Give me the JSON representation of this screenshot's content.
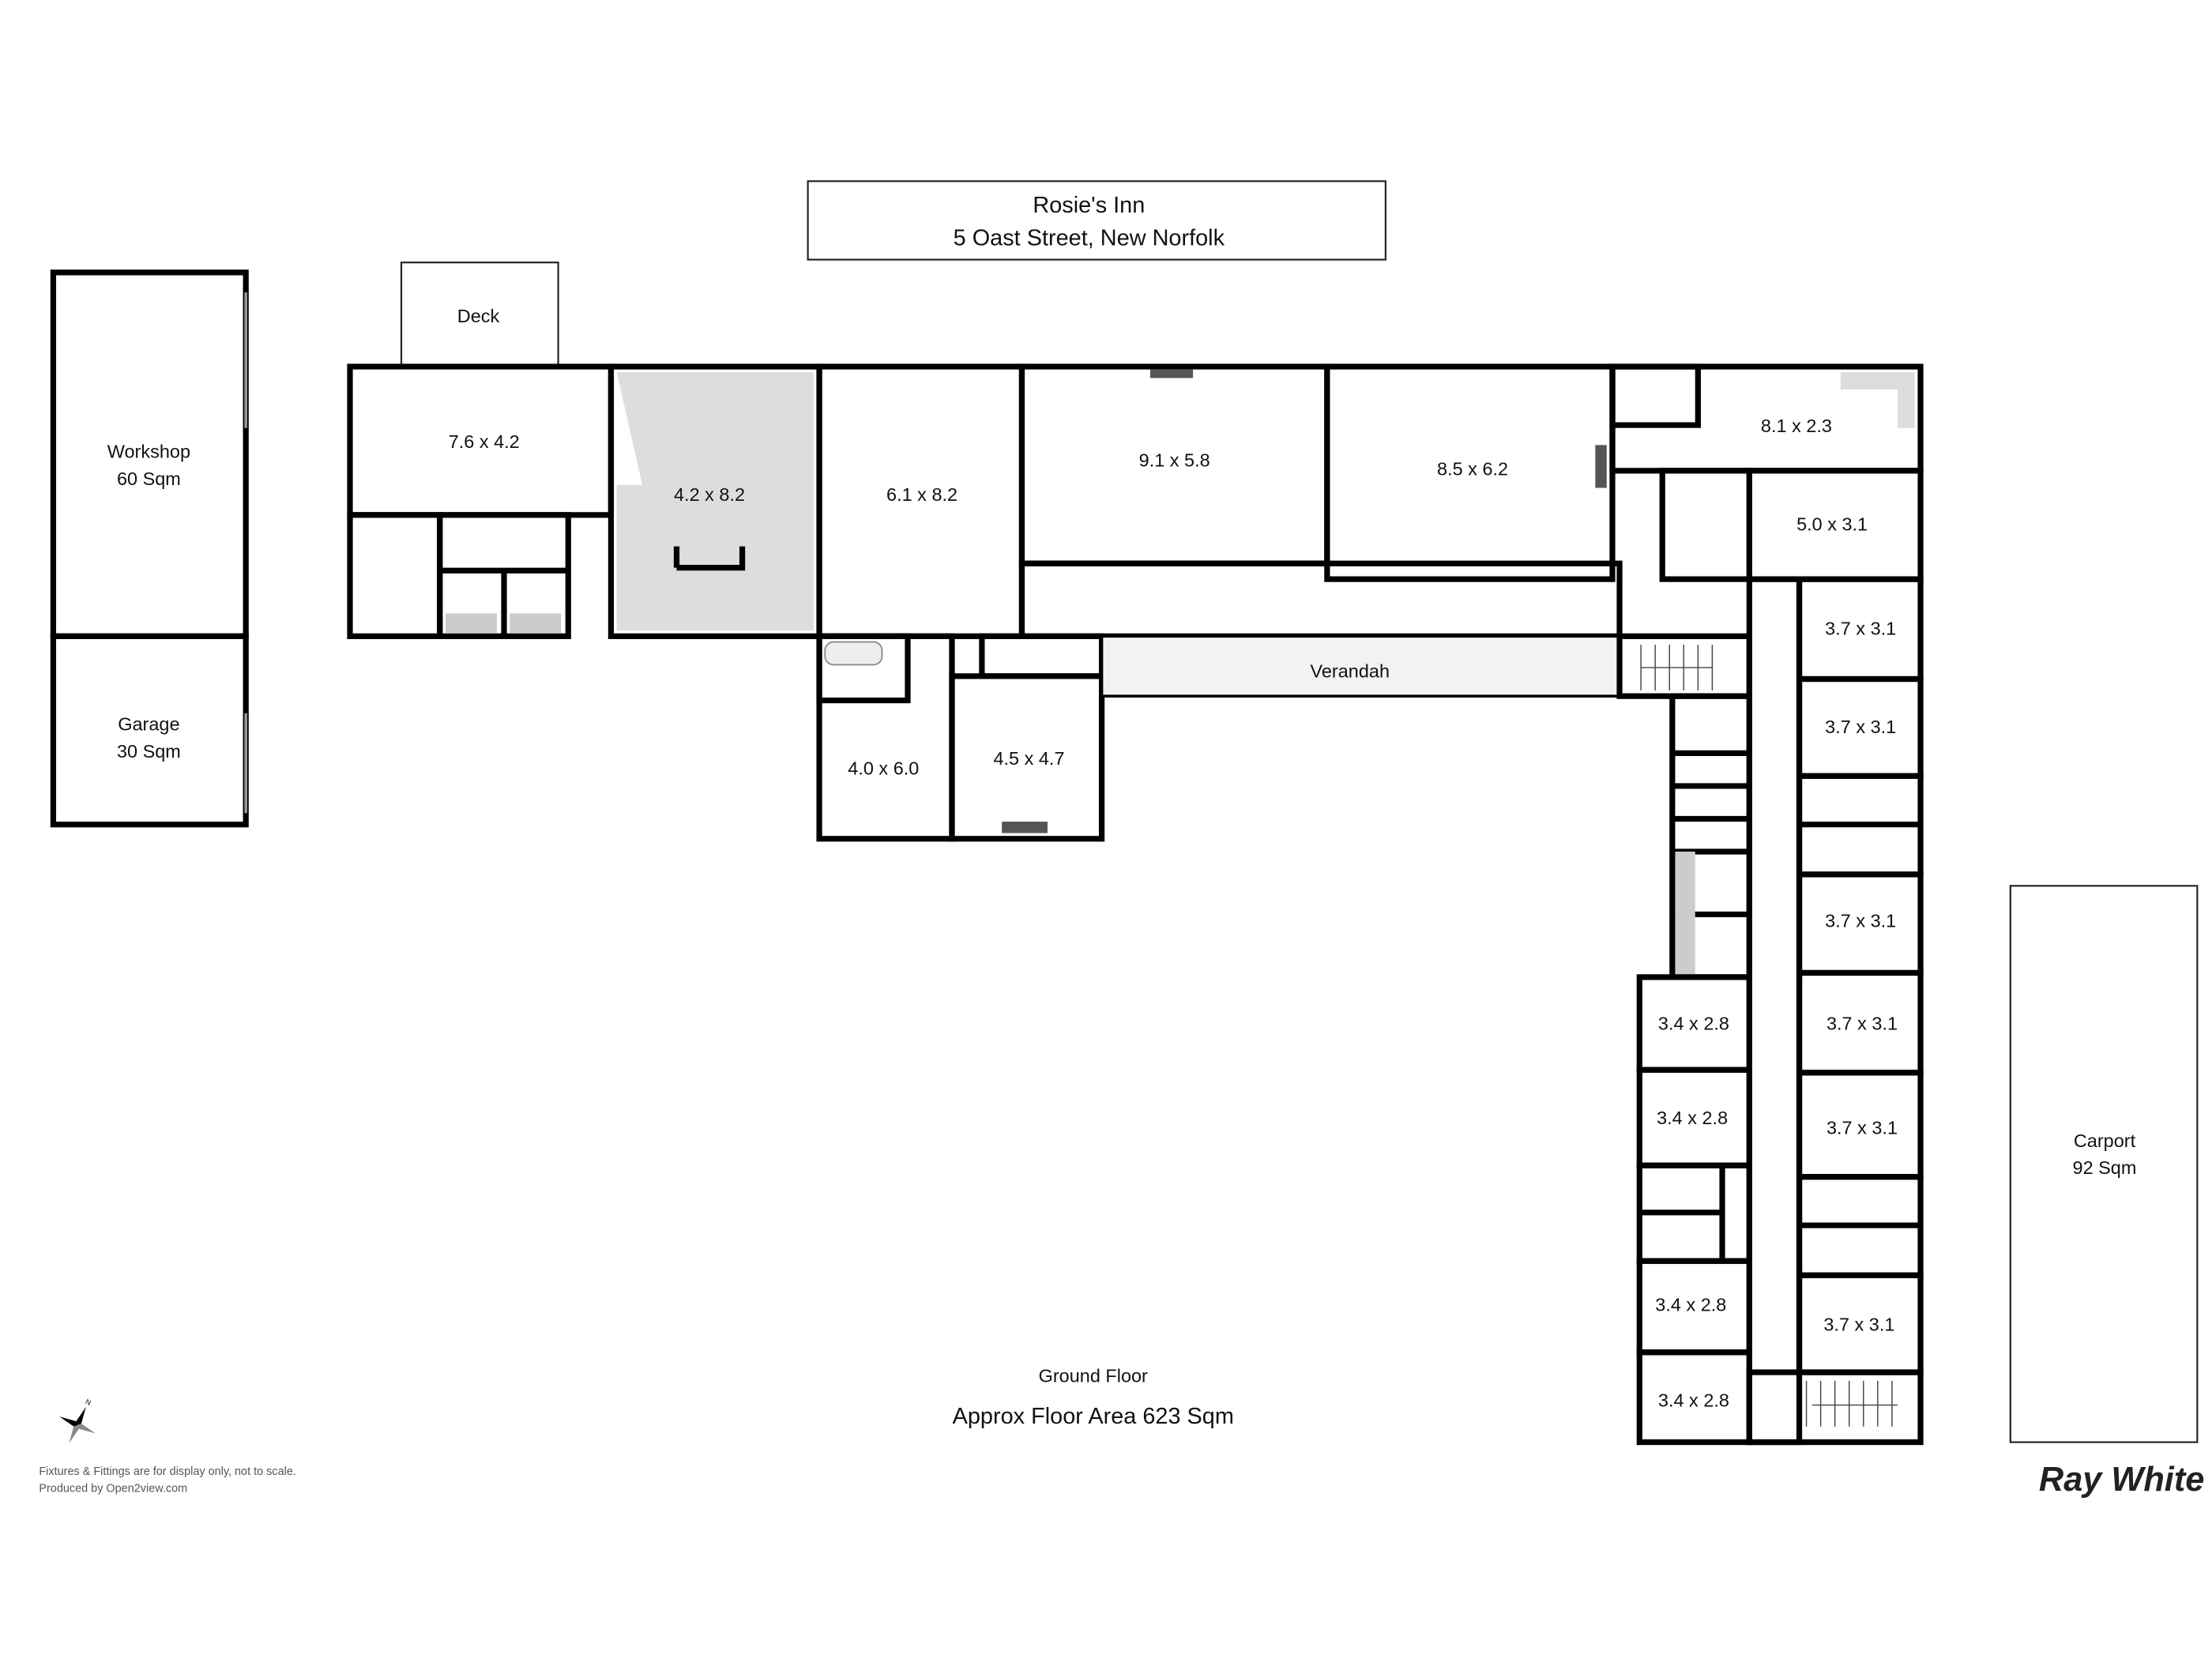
{
  "title": {
    "name": "Rosie's Inn",
    "address": "5 Oast Street, New Norfolk"
  },
  "outbuildings": {
    "workshop": {
      "label": "Workshop",
      "area": "60 Sqm"
    },
    "garage": {
      "label": "Garage",
      "area": "30 Sqm"
    },
    "carport": {
      "label": "Carport",
      "area": "92 Sqm"
    },
    "deck": "Deck"
  },
  "rooms": {
    "r1": "7.6 x 4.2",
    "r2": "4.2 x 8.2",
    "r3": "6.1 x 8.2",
    "r4": "9.1 x 5.8",
    "r5": "8.5 x 6.2",
    "r6": "8.1 x 2.3",
    "r7": "5.0 x 3.1",
    "r8": "4.0 x 6.0",
    "r9": "4.5 x 4.7",
    "verandah": "Verandah",
    "east": [
      "3.7 x 3.1",
      "3.7 x 3.1",
      "3.7 x 3.1",
      "3.7 x 3.1",
      "3.7 x 3.1",
      "3.7 x 3.1"
    ],
    "west": [
      "3.4 x 2.8",
      "3.4 x 2.8",
      "3.4 x 2.8",
      "3.4 x 2.8"
    ]
  },
  "floor": {
    "name": "Ground Floor",
    "area": "Approx Floor Area 623 Sqm"
  },
  "disclaimer": {
    "line1": "Fixtures & Fittings are for display only, not to scale.",
    "line2": "Produced by Open2view.com"
  },
  "compass_label": "N",
  "brand": "Ray White"
}
